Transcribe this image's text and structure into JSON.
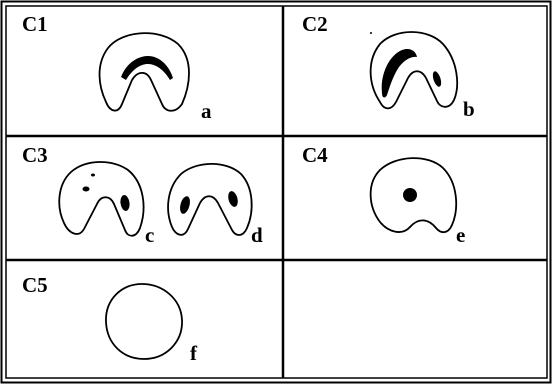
{
  "panels": [
    {
      "id": "C1",
      "label": "C1",
      "items": [
        "a"
      ]
    },
    {
      "id": "C2",
      "label": "C2",
      "items": [
        "b"
      ]
    },
    {
      "id": "C3",
      "label": "C3",
      "items": [
        "c",
        "d"
      ]
    },
    {
      "id": "C4",
      "label": "C4",
      "items": [
        "e"
      ]
    },
    {
      "id": "C5",
      "label": "C5",
      "items": [
        "f"
      ]
    },
    {
      "id": "empty",
      "label": "",
      "items": []
    }
  ],
  "colors": {
    "ink": "#000000",
    "background": "#ffffff"
  }
}
